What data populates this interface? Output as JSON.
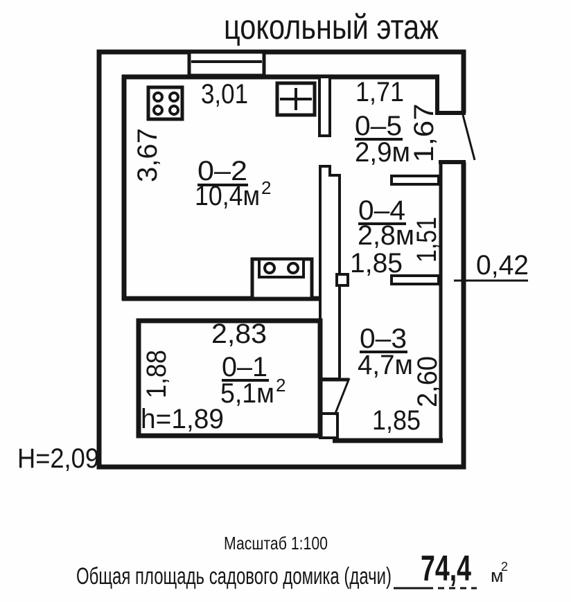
{
  "title": "цокольный этаж",
  "rooms": {
    "r02": {
      "id": "0–2",
      "area": "10,4м",
      "area_sup": "2"
    },
    "r05": {
      "id": "0–5",
      "area": "2,9м"
    },
    "r04": {
      "id": "0–4",
      "area": "2,8м"
    },
    "r03": {
      "id": "0–3",
      "area": "4,7м"
    },
    "r01": {
      "id": "0–1",
      "area": "5,1м",
      "area_sup": "2",
      "ceiling_height": "h=1,89"
    }
  },
  "dimensions": {
    "top_left_width": "3,01",
    "top_right_width": "1,71",
    "left_height": "3,67",
    "r05_height": "1,67",
    "r04_height": "1,51",
    "r04_width": "1,85",
    "wall_offset": "0,42",
    "r01_width": "2,83",
    "r01_height": "1,88",
    "r03_height": "2,60",
    "r03_width": "1,85",
    "floor_height": "H=2,09"
  },
  "icons": {
    "chimney": "chimney-flue",
    "stove": "stove-4-burners",
    "window": "window-cross",
    "sink": "double-sink-counter"
  },
  "footer": {
    "scale": "Масштаб 1:100",
    "total_area_label": "Общая площадь садового домика (дачи)",
    "total_area_value": "74,4",
    "total_area_unit": "м",
    "total_area_unit_sup": "2",
    "colors": {
      "line": "#161616",
      "paper": "#fefefe"
    }
  }
}
